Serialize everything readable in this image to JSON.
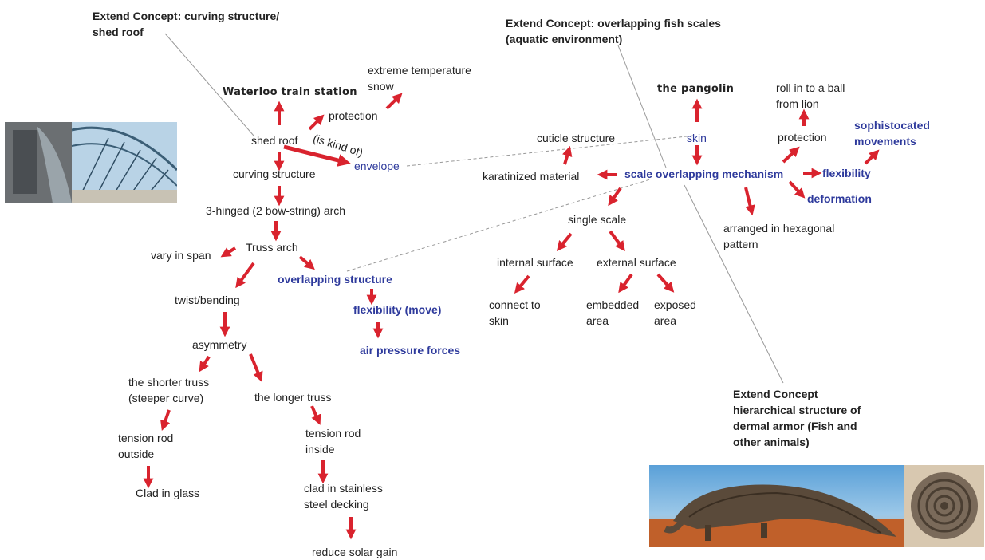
{
  "concepts": {
    "curving": [
      "Extend Concept: curving structure/",
      "shed roof"
    ],
    "fish": [
      "Extend Concept: overlapping fish scales",
      "(aquatic environment)"
    ],
    "dermal": [
      "Extend Concept",
      "hierarchical structure of",
      "dermal armor (Fish and",
      "other animals)"
    ]
  },
  "left": {
    "waterloo": "Waterloo train station",
    "extreme": [
      "extreme temperature",
      "snow"
    ],
    "protection": "protection",
    "shed_roof": "shed roof",
    "is_kind_of": "(is kind of)",
    "envelope": "envelope",
    "curving": "curving structure",
    "hinged": "3-hinged (2 bow-string) arch",
    "truss_arch": "Truss arch",
    "vary": "vary in span",
    "overlapping": "overlapping structure",
    "flex_move": "flexibility (move)",
    "air": "air pressure forces",
    "twist": "twist/bending",
    "asym": "asymmetry",
    "shorter": [
      "the shorter truss",
      "(steeper curve)"
    ],
    "longer": "the longer truss",
    "tension_out": [
      "tension rod",
      "outside"
    ],
    "clad_glass": "Clad in glass",
    "tension_in": [
      "tension rod",
      "inside"
    ],
    "clad_steel": [
      "clad in stainless",
      "steel decking"
    ],
    "solar": "reduce solar gain"
  },
  "right": {
    "pangolin": "the pangolin",
    "skin": "skin",
    "cuticle": "cuticle structure",
    "karat": "karatinized  material",
    "scale_mech": "scale overlapping mechanism",
    "flexibility": "flexibility",
    "deformation": "deformation",
    "roll": [
      "roll in to a ball",
      "from lion"
    ],
    "protection": "protection",
    "soph": [
      "sophistocated",
      "movements"
    ],
    "hex": [
      "arranged in hexagonal",
      "pattern"
    ],
    "single": "single scale",
    "internal": "internal surface",
    "external": "external surface",
    "connect": [
      "connect to",
      "skin"
    ],
    "embedded": [
      "embedded",
      "area"
    ],
    "exposed": [
      "exposed",
      "area"
    ]
  },
  "colors": {
    "arrow": "#d9232e",
    "blue": "#2e3a9c",
    "line": "#999999"
  },
  "images": [
    "station-photo",
    "pangolin-photo",
    "pangolin-ball-photo"
  ]
}
